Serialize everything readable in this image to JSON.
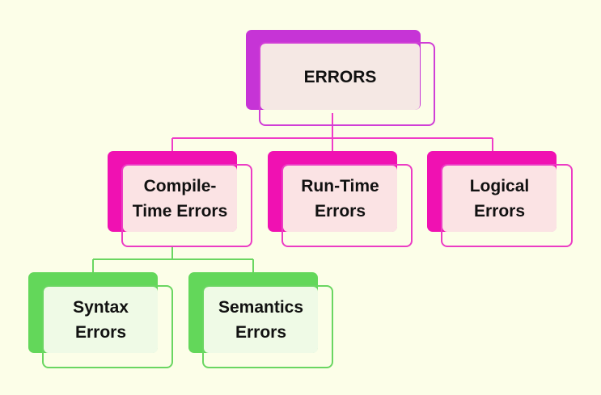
{
  "root": {
    "label": "ERRORS"
  },
  "level2": [
    {
      "line1": "Compile-",
      "line2": "Time Errors"
    },
    {
      "line1": "Run-Time",
      "line2": "Errors"
    },
    {
      "line1": "Logical",
      "line2": "Errors"
    }
  ],
  "level3": [
    {
      "line1": "Syntax",
      "line2": "Errors"
    },
    {
      "line1": "Semantics",
      "line2": "Errors"
    }
  ],
  "colors": {
    "background": "#fcfee8",
    "root_accent": "#c634d6",
    "level2_accent": "#f011b2",
    "level3_accent": "#63d75a",
    "root_connector": "#ef3cc8",
    "level3_connector": "#6ad661"
  }
}
